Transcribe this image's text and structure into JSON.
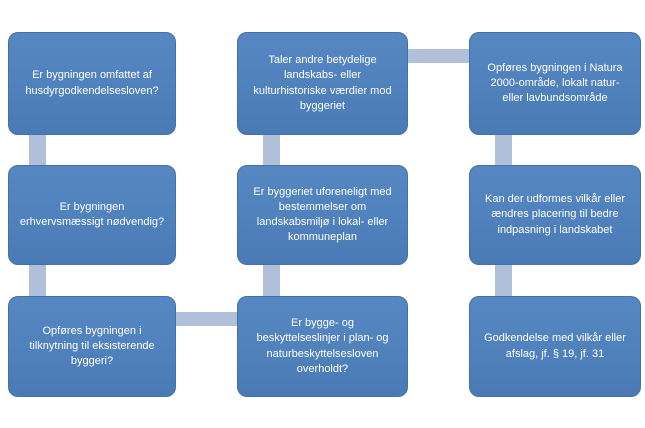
{
  "diagram": {
    "type": "flowchart",
    "language": "da",
    "colors": {
      "background": "#ffffff",
      "box_fill": "#4f81bd",
      "box_border": "#4472a8",
      "connector_fill": "#b0c0d8",
      "text_color": "#ffffff"
    },
    "steps": [
      {
        "id": "q-husdyrgodkendelsesloven",
        "column": 1,
        "row": 1,
        "text": "Er bygningen omfattet  af\nhusdyrgodkendelsesloven?"
      },
      {
        "id": "q-erhvervsmaessigt-noedvendig",
        "column": 1,
        "row": 2,
        "text": "Er bygningen\nerhvervsmæssigt nødvendig?"
      },
      {
        "id": "q-tilknytning-eksisterende-byggeri",
        "column": 1,
        "row": 3,
        "text": "Opføres bygningen i\ntilknytning til eksisterende\nbyggeri?"
      },
      {
        "id": "q-landskabs-kulturhistoriske-vaerdier",
        "column": 2,
        "row": 1,
        "text": "Taler andre betydelige\nlandskabs- eller\nkulturhistoriske værdier mod\nbyggeriet"
      },
      {
        "id": "q-uforeneligt-lokal-kommuneplan",
        "column": 2,
        "row": 2,
        "text": "Er byggeriet uforeneligt med\nbestemmelser om\nlandskabsmiljø i lokal- eller\nkommuneplan"
      },
      {
        "id": "q-bygge-beskyttelseslinjer-overholdt",
        "column": 2,
        "row": 3,
        "text": "Er bygge- og\nbeskyttelseslinjer i plan- og\nnaturbeskyttelsesloven\noverholdt?"
      },
      {
        "id": "q-natura-2000-omraade",
        "column": 3,
        "row": 1,
        "text": "Opføres bygningen i Natura\n2000-område, lokalt natur-\neller lavbundsområde"
      },
      {
        "id": "q-vilkaar-aendret-placering",
        "column": 3,
        "row": 2,
        "text": "Kan der udformes vilkår eller\nændres placering til bedre\nindpasning i landskabet"
      },
      {
        "id": "result-godkendelse-afslag",
        "column": 3,
        "row": 3,
        "text": "Godkendelse med vilkår eller\nafslag, jf. § 19, jf. 31"
      }
    ],
    "connections": [
      {
        "from": "q-husdyrgodkendelsesloven",
        "to": "q-erhvervsmaessigt-noedvendig",
        "direction": "down"
      },
      {
        "from": "q-erhvervsmaessigt-noedvendig",
        "to": "q-tilknytning-eksisterende-byggeri",
        "direction": "down"
      },
      {
        "from": "q-tilknytning-eksisterende-byggeri",
        "to": "q-bygge-beskyttelseslinjer-overholdt",
        "direction": "right"
      },
      {
        "from": "q-bygge-beskyttelseslinjer-overholdt",
        "to": "q-uforeneligt-lokal-kommuneplan",
        "direction": "up"
      },
      {
        "from": "q-uforeneligt-lokal-kommuneplan",
        "to": "q-landskabs-kulturhistoriske-vaerdier",
        "direction": "up"
      },
      {
        "from": "q-landskabs-kulturhistoriske-vaerdier",
        "to": "q-natura-2000-omraade",
        "direction": "right"
      },
      {
        "from": "q-natura-2000-omraade",
        "to": "q-vilkaar-aendret-placering",
        "direction": "down"
      },
      {
        "from": "q-vilkaar-aendret-placering",
        "to": "result-godkendelse-afslag",
        "direction": "down"
      }
    ]
  }
}
